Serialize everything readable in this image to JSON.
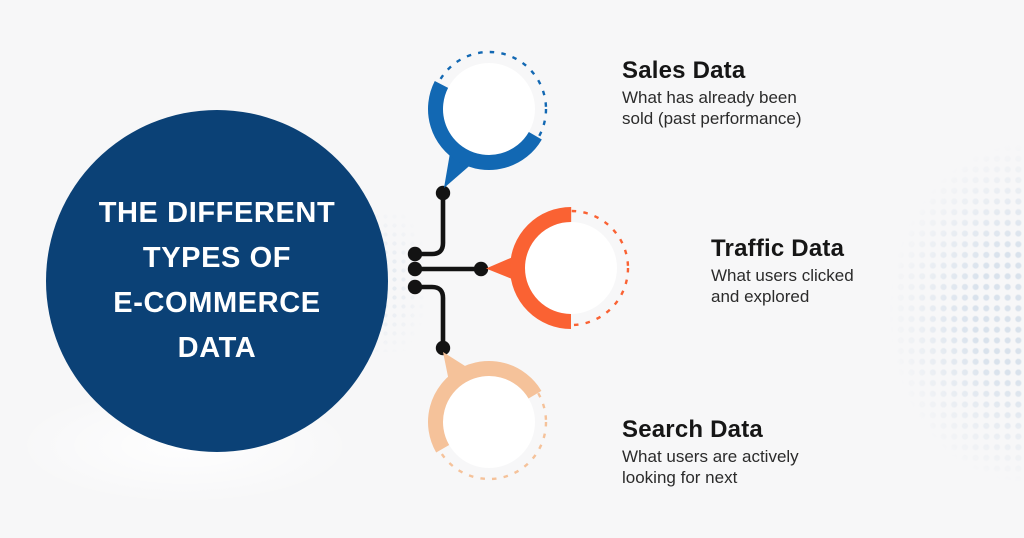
{
  "canvas": {
    "background_color": "#f7f7f8",
    "halftone_dot_color": "#d9e2ec"
  },
  "title_circle": {
    "bg_color": "#0b4176",
    "text_color": "#ffffff",
    "lines": [
      "THE DIFFERENT",
      "TYPES OF",
      "E-COMMERCE",
      "DATA"
    ]
  },
  "connectors": {
    "line_color": "#131313",
    "dot_color": "#131313"
  },
  "nodes": [
    {
      "heading": "Sales Data",
      "desc_line1": "What has already been",
      "desc_line2": "sold (past performance)",
      "color": "#1268b3"
    },
    {
      "heading": "Traffic Data",
      "desc_line1": "What users clicked",
      "desc_line2": "and explored",
      "color": "#fa6233"
    },
    {
      "heading": "Search Data",
      "desc_line1": "What users are actively",
      "desc_line2": "looking for next",
      "color": "#f5c29a"
    }
  ],
  "text_colors": {
    "heading": "#161616",
    "description": "#2b2b2b"
  }
}
